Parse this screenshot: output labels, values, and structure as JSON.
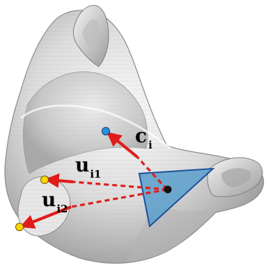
{
  "labels": {
    "c_main": "c",
    "c_sub": "i",
    "u1_main": "u",
    "u1_sub": "i1",
    "u2_main": "u",
    "u2_sub": "i2"
  },
  "colors": {
    "triangle_fill": "#5a9fcb",
    "triangle_stroke": "#1a4f9a",
    "arrow": "#e11b1b",
    "point_c": "#2d8de0",
    "point_u": "#ffd400",
    "center": "#111111",
    "surface_light": "#f2f2f2",
    "surface_mid": "#cfcfcf",
    "surface_dark": "#8e8e8e"
  },
  "icons": {
    "surface": "3d-mesh-surface-cat-head",
    "triangle": "mesh-face-triangle"
  }
}
